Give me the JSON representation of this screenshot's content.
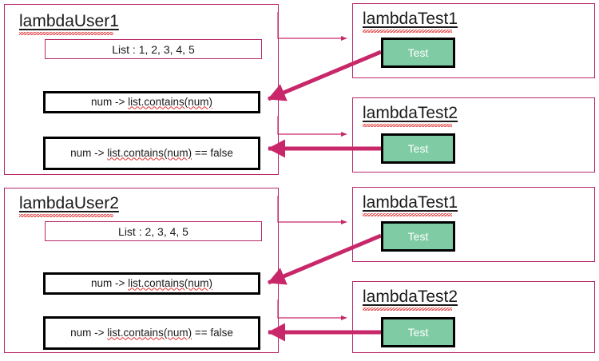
{
  "colors": {
    "panel_border": "#B8286A",
    "arrow": "#C8286A",
    "test_fill": "#7FCBA4",
    "box_border": "#000000",
    "background": "#ffffff",
    "text": "#1a1a1a",
    "spellcheck_underline": "#e03030"
  },
  "groups": [
    {
      "user_panel": {
        "title": "lambdaUser1",
        "list_label": "List : 1, 2, 3, 4, 5",
        "lambdas": [
          {
            "prefix": "num -> ",
            "code": "list.contains(num)",
            "suffix": ""
          },
          {
            "prefix": "num -> ",
            "code": "list.contains(num)",
            "suffix": " == false"
          }
        ]
      },
      "test_panels": [
        {
          "title": "lambdaTest1",
          "button_label": "Test"
        },
        {
          "title": "lambdaTest2",
          "button_label": "Test"
        }
      ]
    },
    {
      "user_panel": {
        "title": "lambdaUser2",
        "list_label": "List : 2, 3, 4, 5",
        "lambdas": [
          {
            "prefix": "num -> ",
            "code": "list.contains(num)",
            "suffix": ""
          },
          {
            "prefix": "num -> ",
            "code": "list.contains(num)",
            "suffix": " == false"
          }
        ]
      },
      "test_panels": [
        {
          "title": "lambdaTest1",
          "button_label": "Test"
        },
        {
          "title": "lambdaTest2",
          "button_label": "Test"
        }
      ]
    }
  ]
}
